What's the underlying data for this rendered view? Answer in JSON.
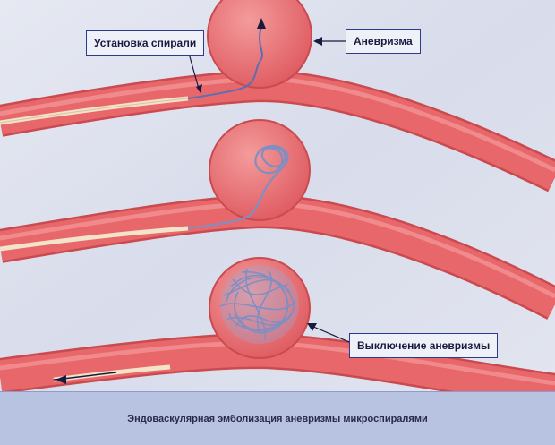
{
  "labels": {
    "coil_insertion": "Установка спирали",
    "aneurysm": "Аневризма",
    "aneurysm_exclusion": "Выключение аневризмы"
  },
  "caption": "Эндоваскулярная эмболизация аневризмы микроспиралями",
  "colors": {
    "background": "#dfe3ee",
    "vessel": "#e8676b",
    "vessel_edge": "#c94a4f",
    "vessel_highlight": "#f39a9a",
    "catheter": "#f3e3c8",
    "coil": "#7f8fc4",
    "callout_border": "#2b3a8a",
    "caption_bar": "#b8c3e2"
  }
}
